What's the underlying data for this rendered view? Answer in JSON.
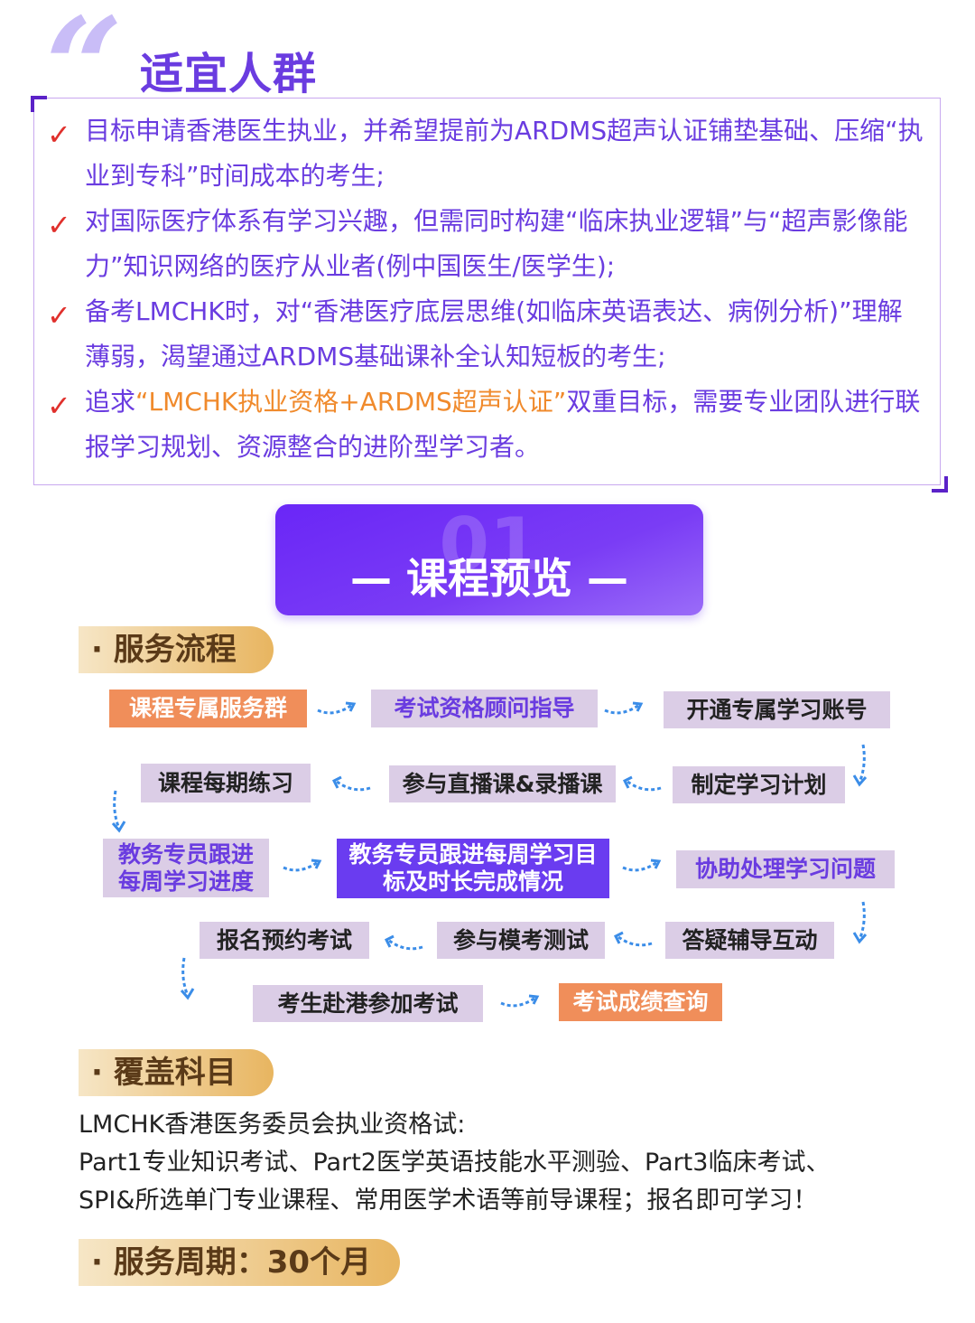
{
  "audience": {
    "title": "适宜人群",
    "items": [
      {
        "text": "目标申请香港医生执业，并希望提前为ARDMS超声认证铺垫基础、压缩“执业到专科”时间成本的考生;"
      },
      {
        "text": "对国际医疗体系有学习兴趣，但需同时构建“临床执业逻辑”与“超声影像能力”知识网络的医疗从业者(例中国医生/医学生);"
      },
      {
        "text": "备考LMCHK时，对“香港医疗底层思维(如临床英语表达、病例分析)”理解薄弱，渴望通过ARDMS基础课补全认知短板的考生;"
      },
      {
        "prefix": "追求",
        "highlight": "“LMCHK执业资格+ARDMS超声认证”",
        "suffix": "双重目标，需要专业团队进行联报学习规划、资源整合的进阶型学习者。"
      }
    ]
  },
  "banner": {
    "number": "01",
    "title": "— 课程预览 —"
  },
  "service_flow": {
    "heading": "· 服务流程",
    "steps": [
      "课程专属服务群",
      "考试资格顾问指导",
      "开通专属学习账号",
      "制定学习计划",
      "参与直播课&录播课",
      "课程每期练习",
      "教务专员跟进每周学习进度",
      "教务专员跟进每周学习目标及时长完成情况",
      "协助处理学习问题",
      "答疑辅导互动",
      "参与模考测试",
      "报名预约考试",
      "考生赴港参加考试",
      "考试成绩查询"
    ]
  },
  "subjects": {
    "heading": "· 覆盖科目",
    "lines": [
      "LMCHK香港医务委员会执业资格试:",
      "Part1专业知识考试、Part2医学英语技能水平测验、Part3临床考试、",
      "SPI&所选单门专业课程、常用医学术语等前导课程；报名即可学习！"
    ]
  },
  "period": {
    "heading": "· 服务周期：30个月"
  },
  "colors": {
    "accent": "#6a3ce0",
    "orange": "#f08e5a",
    "box": "#dbcde6",
    "check": "#e0302c"
  }
}
